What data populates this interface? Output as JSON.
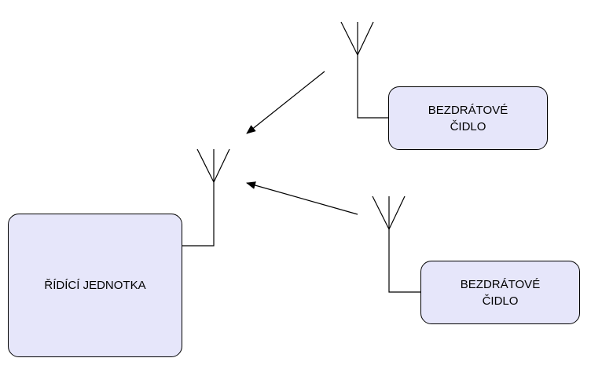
{
  "diagram": {
    "control_unit": {
      "label": "ŘÍDÍCÍ JEDNOTKA"
    },
    "sensors": [
      {
        "label": "BEZDRÁTOVÉ\nČIDLO"
      },
      {
        "label": "BEZDRÁTOVÉ\nČIDLO"
      }
    ]
  },
  "colors": {
    "box_fill": "#e6e6fa",
    "stroke": "#000000"
  }
}
